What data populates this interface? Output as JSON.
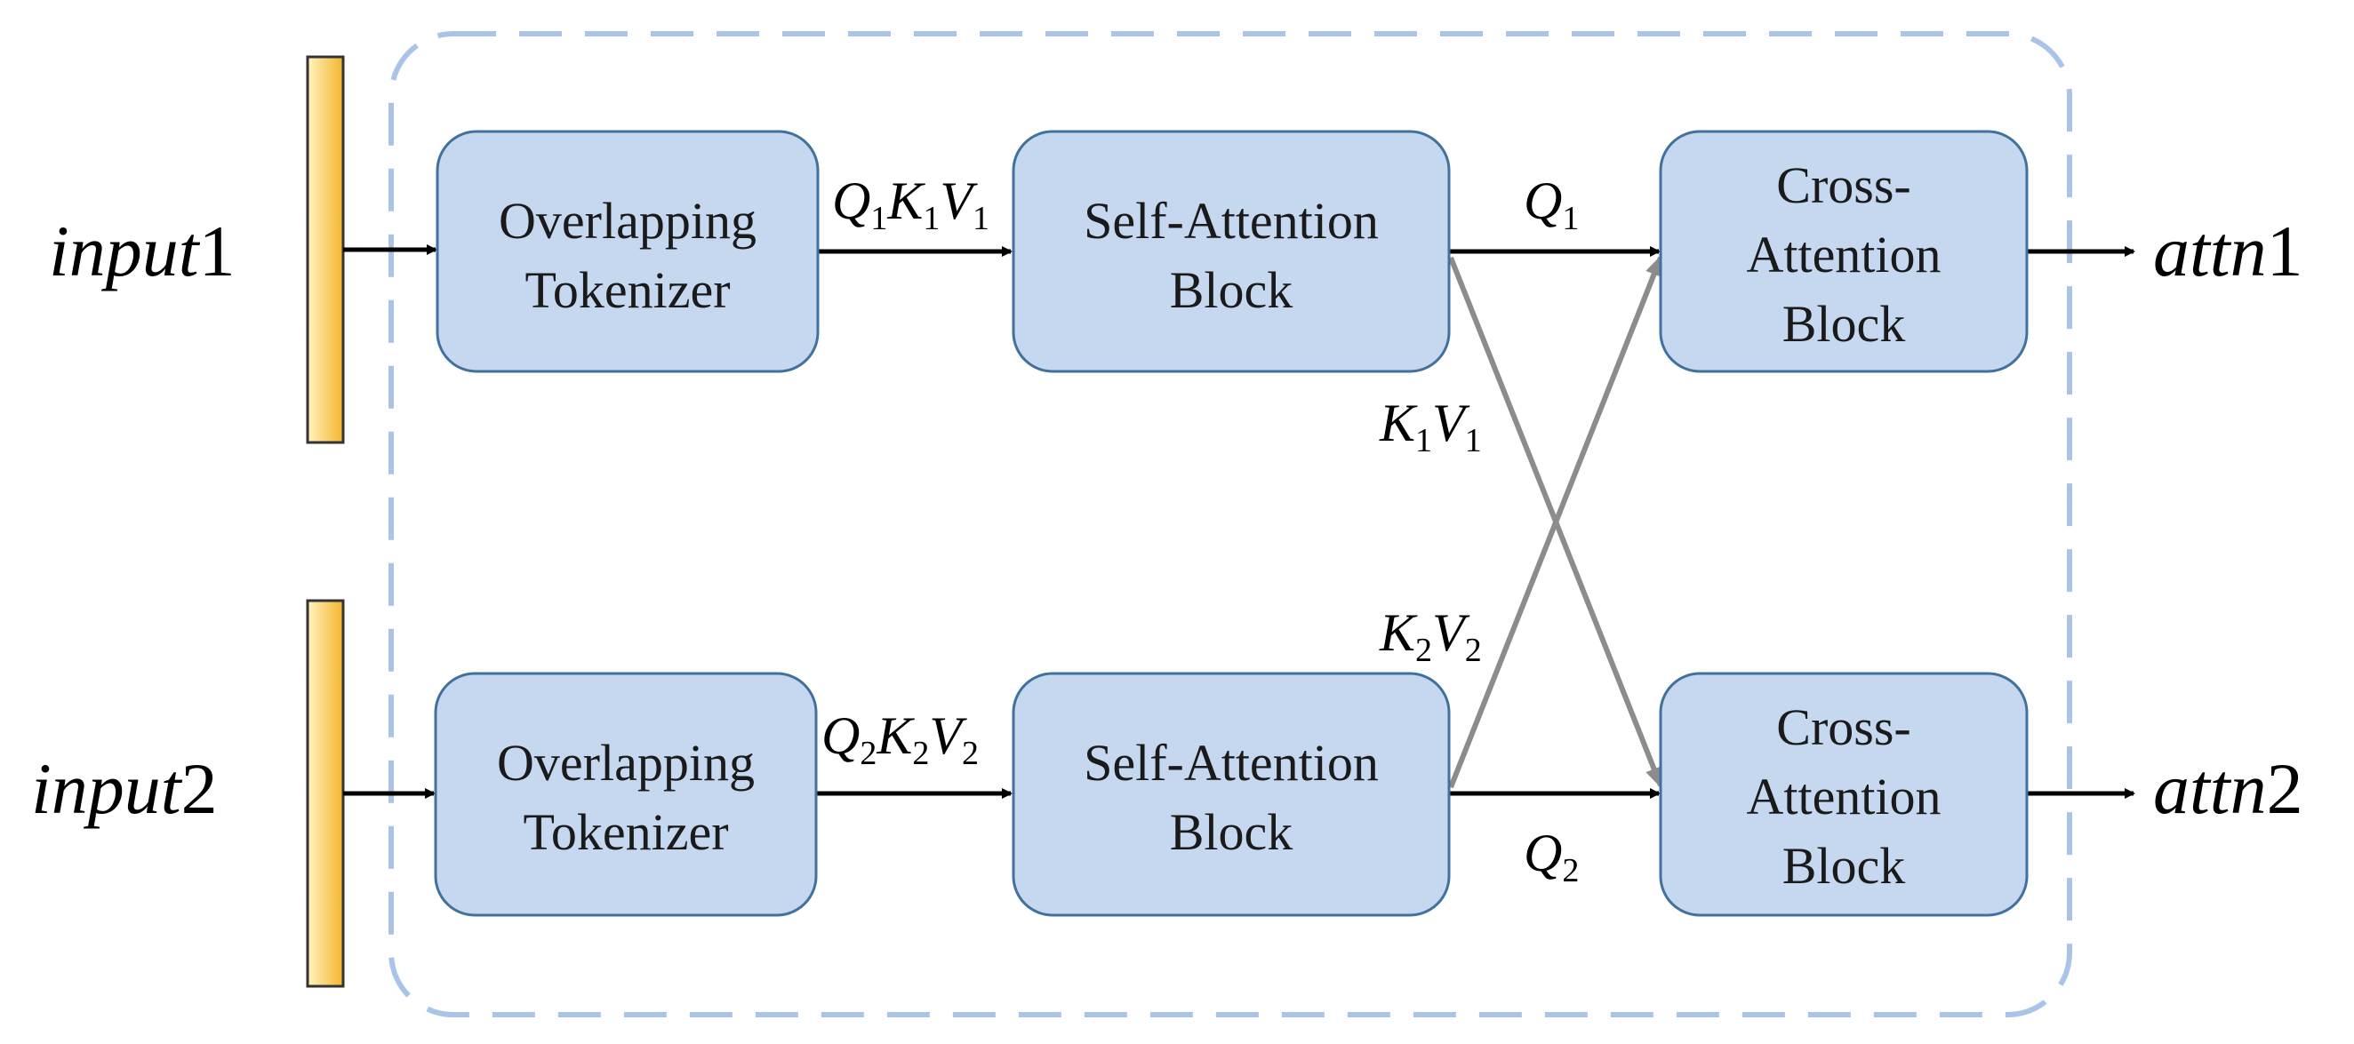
{
  "colors": {
    "block_fill": "#c5d8f0",
    "block_stroke": "#41719c",
    "frame_stroke": "#a9c4e8",
    "bar_light": "#fff3c0",
    "bar_dark": "#f2b52b",
    "arrow_main": "#000000",
    "arrow_cross": "#8c8c8c"
  },
  "inputs": [
    {
      "name": "input",
      "index": "1"
    },
    {
      "name": "input",
      "index": "2"
    }
  ],
  "outputs": [
    {
      "name": "attn",
      "index": "1"
    },
    {
      "name": "attn",
      "index": "2"
    }
  ],
  "blocks": {
    "tokenizer_1": {
      "lines": [
        "Overlapping",
        "Tokenizer"
      ]
    },
    "tokenizer_2": {
      "lines": [
        "Overlapping",
        "Tokenizer"
      ]
    },
    "self_attention_1": {
      "lines": [
        "Self-Attention",
        "Block"
      ]
    },
    "self_attention_2": {
      "lines": [
        "Self-Attention",
        "Block"
      ]
    },
    "cross_attention_1": {
      "lines": [
        "Cross-",
        "Attention",
        "Block"
      ]
    },
    "cross_attention_2": {
      "lines": [
        "Cross-",
        "Attention",
        "Block"
      ]
    }
  },
  "edge_labels": {
    "qkv_1": [
      {
        "v": "Q",
        "sub": "1"
      },
      {
        "v": "K",
        "sub": "1"
      },
      {
        "v": "V",
        "sub": "1"
      }
    ],
    "qkv_2": [
      {
        "v": "Q",
        "sub": "2"
      },
      {
        "v": "K",
        "sub": "2"
      },
      {
        "v": "V",
        "sub": "2"
      }
    ],
    "q_1": [
      {
        "v": "Q",
        "sub": "1"
      }
    ],
    "q_2": [
      {
        "v": "Q",
        "sub": "2"
      }
    ],
    "kv_1": [
      {
        "v": "K",
        "sub": "1"
      },
      {
        "v": "V",
        "sub": "1"
      }
    ],
    "kv_2": [
      {
        "v": "K",
        "sub": "2"
      },
      {
        "v": "V",
        "sub": "2"
      }
    ]
  }
}
